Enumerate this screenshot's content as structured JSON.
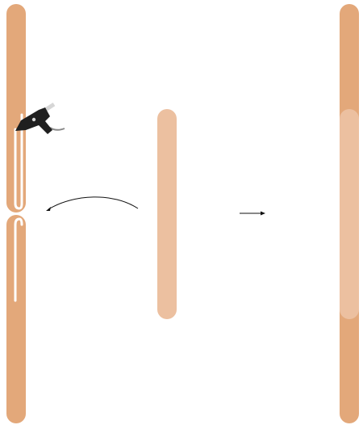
{
  "colors": {
    "stick_dark": "#e3a87a",
    "stick_light": "#ecc0a0",
    "glue_line": "#ffffff",
    "glue_gun_body": "#1f1f1f",
    "glue_gun_nozzle": "#d6d6d6",
    "glue_gun_cord": "#888888",
    "arrow": "#111111",
    "background": "#ffffff"
  },
  "icons": {
    "glue_gun": "glue-gun-icon",
    "curved_arrow": "curved-arrow-icon",
    "straight_arrow": "right-arrow-icon"
  },
  "steps": [
    "apply-glue",
    "place-stick",
    "joined-result"
  ]
}
